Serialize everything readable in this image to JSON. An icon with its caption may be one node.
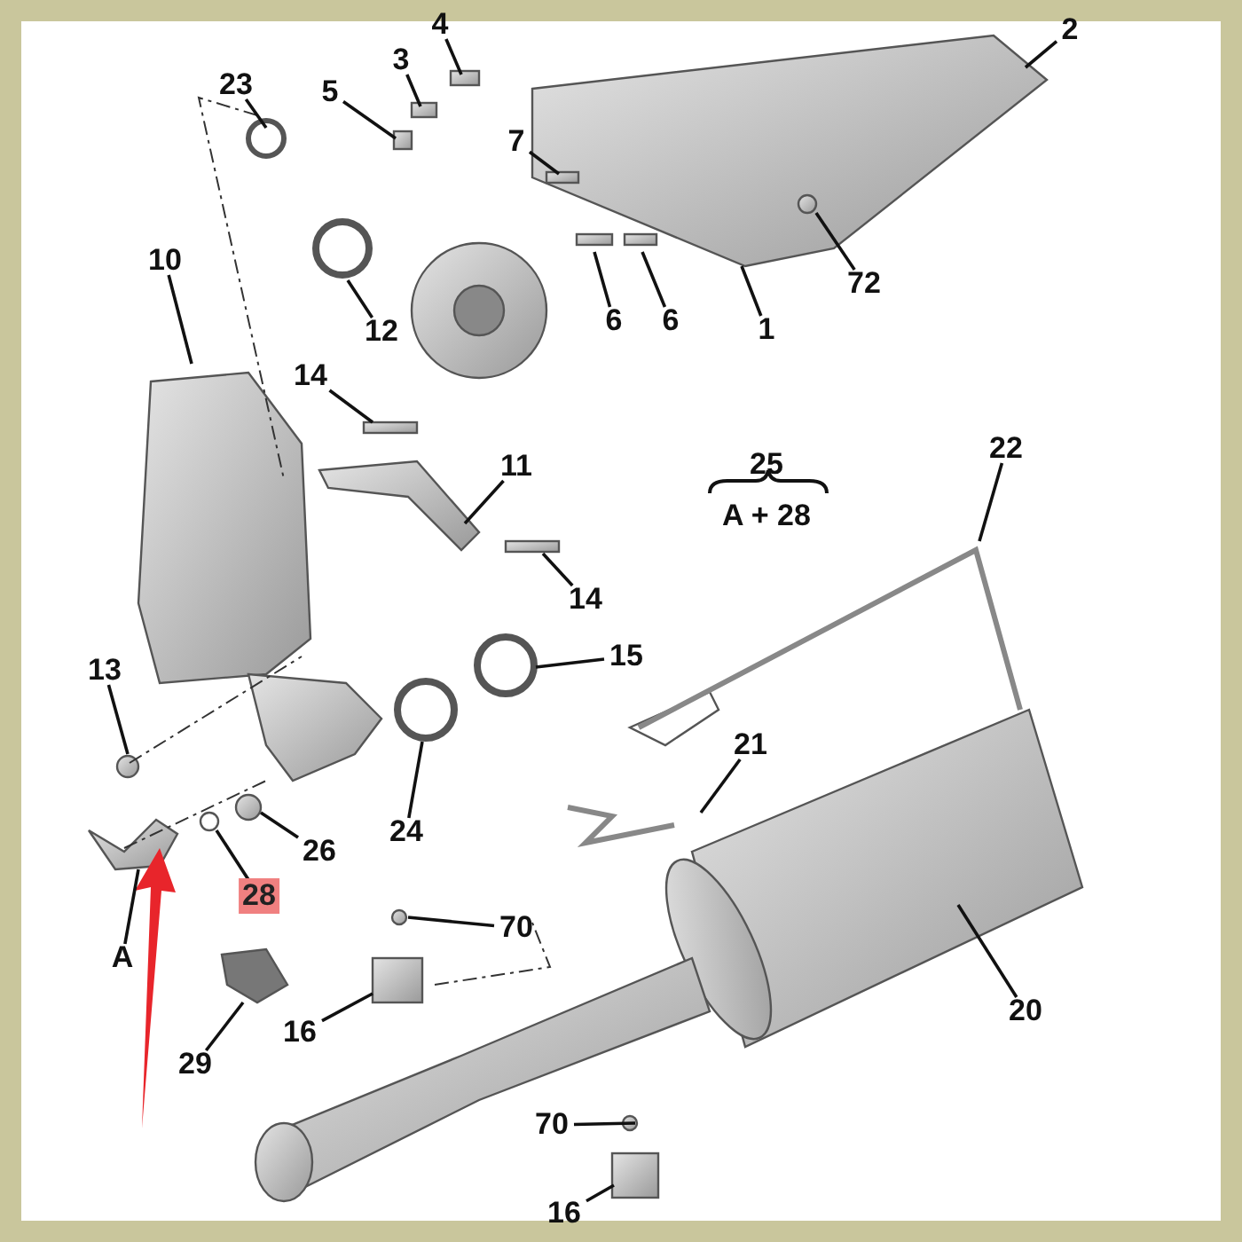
{
  "diagram": {
    "nodes": [
      {
        "text": [
          "23"
        ]
      },
      {
        "text": [
          "5"
        ]
      },
      {
        "text": [
          "3"
        ]
      },
      {
        "text": [
          "4"
        ]
      },
      {
        "text": [
          "2"
        ]
      },
      {
        "text": [
          "7"
        ]
      },
      {
        "text": [
          "10"
        ]
      },
      {
        "text": [
          "12"
        ]
      },
      {
        "text": [
          "6"
        ]
      },
      {
        "text": [
          "6"
        ]
      },
      {
        "text": [
          "1"
        ]
      },
      {
        "text": [
          "72"
        ]
      },
      {
        "text": [
          "14"
        ]
      },
      {
        "text": [
          "11"
        ]
      },
      {
        "text": [
          "22"
        ]
      },
      {
        "text": [
          "14"
        ]
      },
      {
        "text": [
          "13"
        ]
      },
      {
        "text": [
          "15"
        ]
      },
      {
        "text": [
          "21"
        ]
      },
      {
        "text": [
          "24"
        ]
      },
      {
        "text": [
          "26"
        ]
      },
      {
        "text": [
          "28"
        ]
      },
      {
        "text": [
          "A"
        ]
      },
      {
        "text": [
          "70"
        ]
      },
      {
        "text": [
          "29"
        ]
      },
      {
        "text": [
          "16"
        ]
      },
      {
        "text": [
          "20"
        ]
      },
      {
        "text": [
          "70"
        ]
      },
      {
        "text": [
          "16"
        ]
      }
    ],
    "edges": [
      {
        "from": 0,
        "to": null,
        "arrow": "none"
      },
      {
        "from": 1,
        "to": null,
        "arrow": "none"
      },
      {
        "from": 2,
        "to": null,
        "arrow": "none"
      },
      {
        "from": 3,
        "to": null,
        "arrow": "none"
      },
      {
        "from": 4,
        "to": null,
        "arrow": "none"
      },
      {
        "from": 5,
        "to": null,
        "arrow": "none"
      },
      {
        "from": 6,
        "to": null,
        "arrow": "none"
      },
      {
        "from": 7,
        "to": null,
        "arrow": "none"
      },
      {
        "from": 8,
        "to": null,
        "arrow": "none"
      },
      {
        "from": 9,
        "to": null,
        "arrow": "none"
      },
      {
        "from": 10,
        "to": null,
        "arrow": "none"
      },
      {
        "from": 11,
        "to": null,
        "arrow": "none"
      },
      {
        "from": 12,
        "to": null,
        "arrow": "none"
      },
      {
        "from": 13,
        "to": null,
        "arrow": "none"
      },
      {
        "from": 14,
        "to": null,
        "arrow": "none"
      },
      {
        "from": 15,
        "to": null,
        "arrow": "none"
      },
      {
        "from": 16,
        "to": null,
        "arrow": "none"
      },
      {
        "from": 17,
        "to": null,
        "arrow": "none"
      },
      {
        "from": 18,
        "to": null,
        "arrow": "none"
      },
      {
        "from": 19,
        "to": null,
        "arrow": "none"
      },
      {
        "from": 20,
        "to": null,
        "arrow": "none"
      },
      {
        "from": 21,
        "to": null,
        "arrow": "none"
      },
      {
        "from": 22,
        "to": null,
        "arrow": "none"
      },
      {
        "from": 23,
        "to": null,
        "arrow": "none"
      },
      {
        "from": 24,
        "to": null,
        "arrow": "none"
      },
      {
        "from": 25,
        "to": null,
        "arrow": "none"
      },
      {
        "from": 26,
        "to": null,
        "arrow": "none"
      },
      {
        "from": 27,
        "to": null,
        "arrow": "none"
      },
      {
        "from": 28,
        "to": null,
        "arrow": "none"
      }
    ],
    "labels": [
      "25",
      "A + 28"
    ]
  }
}
